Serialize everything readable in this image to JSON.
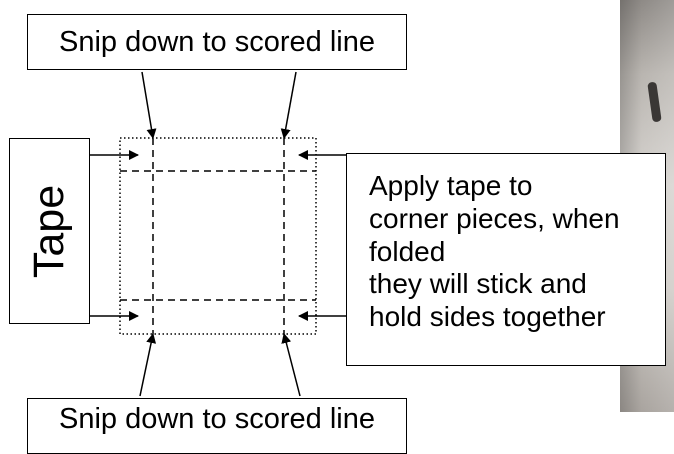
{
  "labels": {
    "top": "Snip down to scored line",
    "bottom": "Snip down to scored line",
    "tape": "Tape",
    "apply_lines": [
      "Apply tape to",
      "corner pieces, when",
      "folded",
      "they will stick and",
      "hold sides together"
    ]
  },
  "colors": {
    "line": "#000000",
    "background": "#ffffff"
  }
}
